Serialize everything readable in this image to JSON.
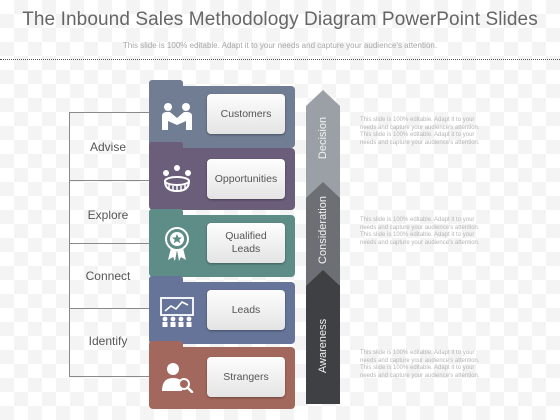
{
  "header": {
    "title": "The Inbound Sales Methodology Diagram PowerPoint Slides",
    "subtitle": "This slide is 100% editable. Adapt it to your needs and capture your audience's attention."
  },
  "stages": [
    "Advise",
    "Explore",
    "Connect",
    "Identify"
  ],
  "funnel": [
    {
      "label": "Customers",
      "icon": "handshake-icon",
      "color": "#717d92"
    },
    {
      "label": "Opportunities",
      "icon": "team-meeting-icon",
      "color": "#6b5e7a"
    },
    {
      "label": "Qualified Leads",
      "line1": "Qualified",
      "line2": "Leads",
      "icon": "award-badge-icon",
      "color": "#5e8c87"
    },
    {
      "label": "Leads",
      "icon": "presentation-icon",
      "color": "#667499"
    },
    {
      "label": "Strangers",
      "icon": "person-search-icon",
      "color": "#a3685d"
    }
  ],
  "phases": [
    {
      "label": "Decision",
      "color": "#9aa0a6"
    },
    {
      "label": "Consideration",
      "color": "#6c7075"
    },
    {
      "label": "Awareness",
      "color": "#3e4043"
    }
  ],
  "notes": [
    "This slide is 100% editable. Adapt it to your needs and capture your audience's attention. This slide is 100% editable. Adapt it to your needs and capture your audience's attention.",
    "This slide is 100% editable. Adapt it to your needs and capture your audience's attention. This slide is 100% editable. Adapt it to your needs and capture your audience's attention.",
    "This slide is 100% editable. Adapt it to your needs and capture your audience's attention. This slide is 100% editable. Adapt it to your needs and capture your audience's attention."
  ]
}
